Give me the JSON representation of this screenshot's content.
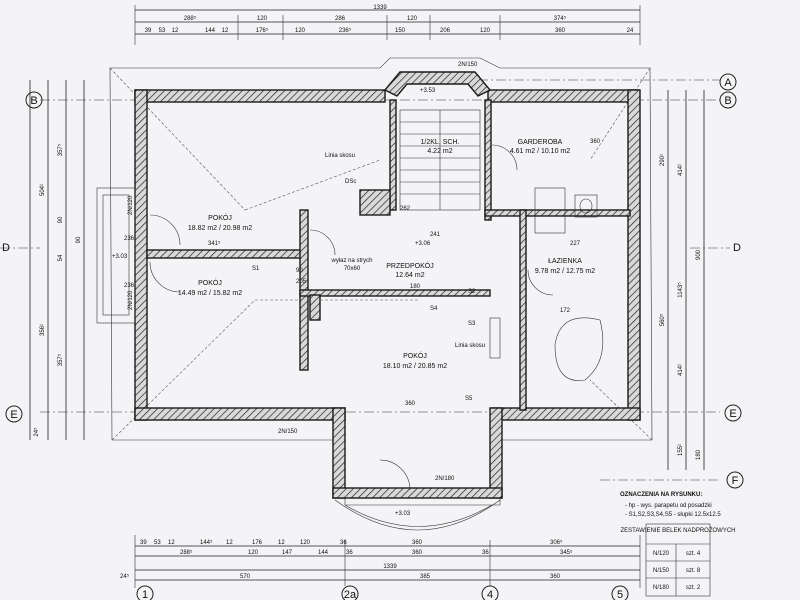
{
  "drawing": {
    "dims_top": {
      "total": "1339",
      "seg_a": "288⁵",
      "seg_b": "120",
      "seg_c": "286",
      "seg_d": "120",
      "seg_e": "374⁵",
      "sub_a": "39",
      "sub_b": "53",
      "sub_c": "12",
      "sub_d": "144",
      "sub_e": "12",
      "sub_f": "176⁵",
      "sub_g": "120",
      "sub_h": "236⁵",
      "sub_i": "150",
      "sub_j": "206",
      "sub_k": "120",
      "sub_l": "360",
      "sub_m": "24"
    },
    "dims_bottom": {
      "total": "1339",
      "seg_a": "288⁵",
      "seg_b": "120",
      "seg_c": "147",
      "seg_d": "144",
      "seg_e": "36",
      "seg_f": "360",
      "seg_g": "36",
      "seg_h": "345⁵",
      "row2_a": "570",
      "row2_b": "385",
      "row2_c": "360",
      "row2_d": "24⁵",
      "row3_a": "39",
      "row3_b": "53",
      "row3_c": "12",
      "row3_d": "144⁵",
      "row3_e": "12",
      "row3_f": "176",
      "row3_g": "12",
      "row3_h": "120",
      "row3_i": "36",
      "row3_j": "360",
      "row3_k": "306⁵"
    },
    "dims_left": {
      "a": "357⁵",
      "b": "504¹",
      "c": "90",
      "d": "90",
      "e": "54",
      "f": "356¹",
      "g": "357⁵",
      "h": "24⁵"
    },
    "dims_right": {
      "a": "290¹",
      "b": "414¹",
      "c": "900",
      "d": "1143⁵",
      "e": "560⁵",
      "f": "414¹",
      "g": "155¹",
      "h": "180"
    },
    "axes": {
      "A": "A",
      "B": "B",
      "E": "E",
      "F": "F",
      "n1": "1",
      "n2a": "2a",
      "n4": "4",
      "n5": "5",
      "D": "D"
    },
    "rooms": [
      {
        "name": "POKÓJ",
        "area": "18.82 m2 / 20.98 m2"
      },
      {
        "name": "POKÓJ",
        "area": "14.49 m2 / 15.82 m2"
      },
      {
        "name": "PRZEDPOKÓJ",
        "area": "12.64 m2"
      },
      {
        "name": "POKÓJ",
        "area": "18.10 m2 / 20.85 m2"
      },
      {
        "name": "GARDEROBA",
        "area": "4.61 m2 / 10.10 m2"
      },
      {
        "name": "ŁAZIENKA",
        "area": "9.78 m2 / 12.75 m2"
      },
      {
        "name": "1/2KL. SCH.",
        "area": "4.22 m2"
      }
    ],
    "labels": {
      "wylaz": "wyłaz na strych",
      "wylaz_size": "70x60",
      "linia_skosu": "Linia skosu",
      "n120": "2N/120",
      "n150": "2N/150",
      "n180": "2N/180",
      "lvl_353": "+3.53",
      "lvl_306": "+3.06",
      "lvl_303": "+3.03",
      "dsc": "DSc",
      "s1": "S1",
      "s2": "S2",
      "s3": "S3",
      "s4": "S4",
      "s5": "S5",
      "d90": "90",
      "d205": "205",
      "d236": "236",
      "d341": "341⁵",
      "d360": "360",
      "d241": "241",
      "d180": "180",
      "d227": "227",
      "d172": "172",
      "d262": "262"
    },
    "legend": {
      "title": "OZNACZENIA NA RYSUNKU:",
      "line1": "- hp - wys. parapetu od posadzki",
      "line2": "- S1,S2,S3,S4,S5 - słupki 12.5x12.5",
      "table_title": "ZESTAWIENIE BELEK NADPROŻOWYCH",
      "rows": [
        {
          "type": "N/120",
          "count": "szt. 4"
        },
        {
          "type": "N/150",
          "count": "szt. 8"
        },
        {
          "type": "N/180",
          "count": "szt. 2"
        }
      ]
    }
  }
}
